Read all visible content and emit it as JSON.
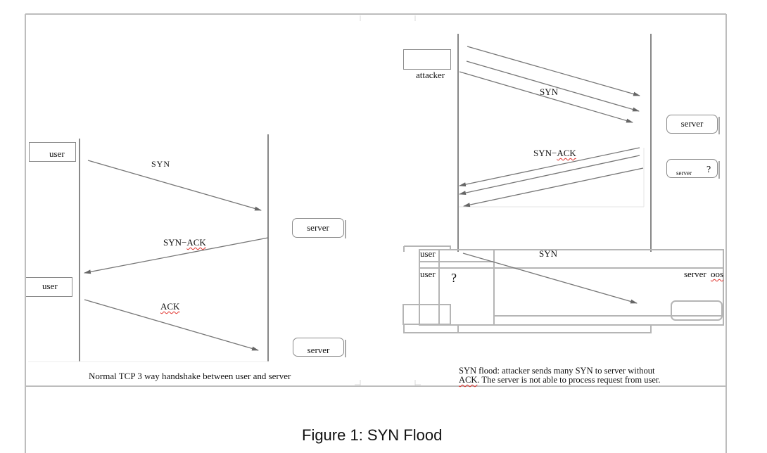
{
  "figure_caption": "Figure 1: SYN Flood",
  "left_panel": {
    "caption": "Normal TCP 3 way handshake between user and server",
    "user_box_top": "user",
    "user_box_mid": "user",
    "server_box_mid": "server",
    "server_box_bottom": "server",
    "messages": [
      {
        "label": "SYN",
        "direction": "user-to-server"
      },
      {
        "label_prefix": "SYN−",
        "label_suffix": "ACK",
        "direction": "server-to-user"
      },
      {
        "label": "ACK",
        "direction": "user-to-server"
      }
    ]
  },
  "right_panel": {
    "caption_line1": "SYN flood: attacker sends many SYN to server without",
    "caption_line2_prefix": "ACK",
    "caption_line2_rest": ". The server is not able to process request from user.",
    "attacker_label": "attacker",
    "server_box": "server",
    "server_q_box_label": "server",
    "server_q_box_mark": "?",
    "syn_label": "SYN",
    "synack_prefix": "SYN−",
    "synack_suffix": "ACK",
    "syn_flood_count": 3,
    "synack_count": 3,
    "lower": {
      "user_label_1": "user",
      "user_label_2": "user",
      "question_mark": "?",
      "syn_label": "SYN",
      "server_label": "server",
      "oos_label": "oos"
    }
  }
}
